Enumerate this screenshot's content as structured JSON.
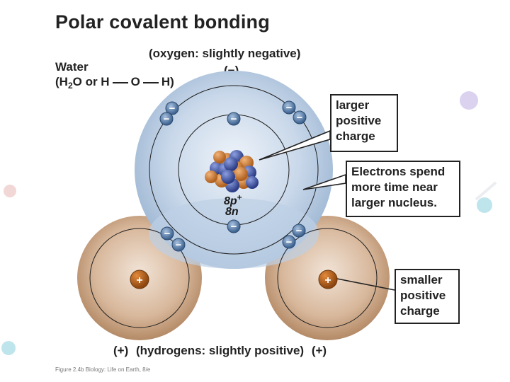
{
  "title": "Polar covalent bonding",
  "water": {
    "name": "Water",
    "formula_open": "(H",
    "formula_sub": "2",
    "formula_mid": "O or H",
    "formula_o": "O",
    "formula_close": "H)"
  },
  "oxygen_label": "(oxygen: slightly negative)",
  "oxygen_charge": "(−)",
  "callouts": {
    "larger_positive": [
      "larger",
      "positive",
      "charge"
    ],
    "electrons_spend": [
      "Electrons spend",
      "more time near",
      "larger nucleus."
    ],
    "smaller_positive": [
      "smaller",
      "positive",
      "charge"
    ]
  },
  "nucleus_oxygen": {
    "protons": "8p",
    "proton_sign": "+",
    "neutrons": "8n"
  },
  "hydrogen_label": {
    "left_charge": "(+)",
    "text": "(hydrogens: slightly positive)",
    "right_charge": "(+)"
  },
  "hydrogen_nucleus_symbol": "+",
  "electron_symbol": "−",
  "footer": "Figure 2.4b  Biology: Life on Earth, 8/e",
  "colors": {
    "oxygen_cloud": "#b9cde3",
    "hydrogen_cloud": "#c9a88a",
    "electron": "#5b7fa8",
    "proton": "#c8732e",
    "neutron": "#3b4f9a"
  }
}
